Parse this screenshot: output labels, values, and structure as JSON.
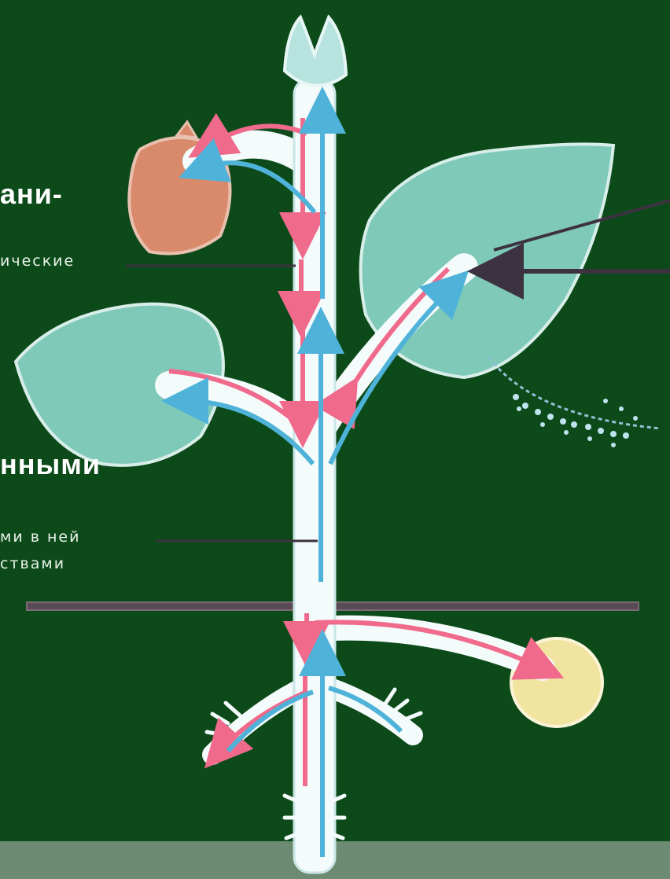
{
  "labels": {
    "top_bold": "ани-",
    "upper_small": "ические",
    "middle_bold": "нными",
    "lower_small_1": "ми  в  ней",
    "lower_small_2": "ствами"
  },
  "colors": {
    "board": "#0c4a1a",
    "stem": "#f4fbfb",
    "leaf": "#7fc9b9",
    "fruit": "#d98a6a",
    "tuber": "#f1e4a0",
    "arrow_down": "#f06a8c",
    "arrow_up": "#4fb3d9",
    "pointer_line": "#3d3340",
    "soil_line": "#5a4a55"
  }
}
